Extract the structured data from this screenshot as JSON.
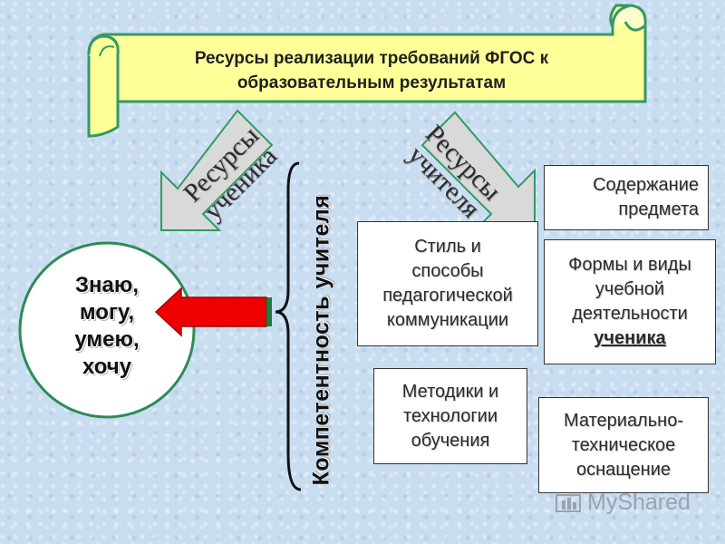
{
  "banner": {
    "line1": "Ресурсы реализации требований ФГОС к",
    "line2": "образовательным результатам"
  },
  "left_arrow": {
    "line1": "Ресурсы",
    "line2": "ученика"
  },
  "right_arrow": {
    "line1": "Ресурсы",
    "line2": "учителя"
  },
  "vertical_label": "Компетентность учителя",
  "circle": {
    "lines": [
      "Знаю,",
      "могу,",
      "умею,",
      "хочу"
    ]
  },
  "boxes": {
    "style": {
      "lines": [
        "Стиль и",
        "способы",
        "педагогической",
        "коммуникации"
      ]
    },
    "methods": {
      "lines": [
        "Методики и",
        "технологии",
        "обучения"
      ]
    },
    "content": {
      "lines": [
        "Содержание",
        "предмета"
      ]
    },
    "forms": {
      "lines": [
        "Формы и виды",
        "учебной",
        "деятельности",
        "ученика"
      ]
    },
    "material": {
      "lines": [
        "Материально-",
        "техническое",
        "оснащение"
      ]
    }
  },
  "watermark": "MyShared",
  "colors": {
    "scroll": "#ffff99",
    "scroll_border": "#339966",
    "red_arrow": "#ee0000",
    "grey_arrow": "#d9d9d9",
    "circle_border": "#2e8b57"
  }
}
